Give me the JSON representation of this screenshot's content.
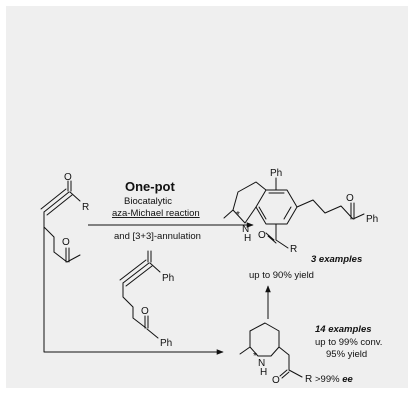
{
  "reaction": {
    "title": "One-pot",
    "conditions": [
      "Biocatalytic",
      "aza-Michael reaction",
      "and [3+3]-annulation"
    ]
  },
  "starting_material": {
    "labels": {
      "o_top": "O",
      "r": "R",
      "o_low": "O"
    }
  },
  "intermediate": {
    "labels": {
      "ph_top": "Ph",
      "o_mid": "O",
      "ph_low": "Ph"
    }
  },
  "product_top": {
    "labels": {
      "ph": "Ph",
      "o": "O",
      "ph_right": "Ph",
      "n": "N",
      "h": "H",
      "o2": "O",
      "r": "R",
      "stereo": "*"
    },
    "examples": "3 examples",
    "yield": "up to 90% yield"
  },
  "product_bottom": {
    "labels": {
      "n": "N",
      "h": "H",
      "o": "O",
      "r": "R",
      "stereo": "*"
    },
    "examples": "14 examples",
    "results": [
      "up to 99% conv.",
      "95% yield"
    ],
    "ee_value": ">99%",
    "ee_unit": "ee"
  },
  "colors": {
    "panel": "#efefef",
    "ink": "#111111"
  }
}
